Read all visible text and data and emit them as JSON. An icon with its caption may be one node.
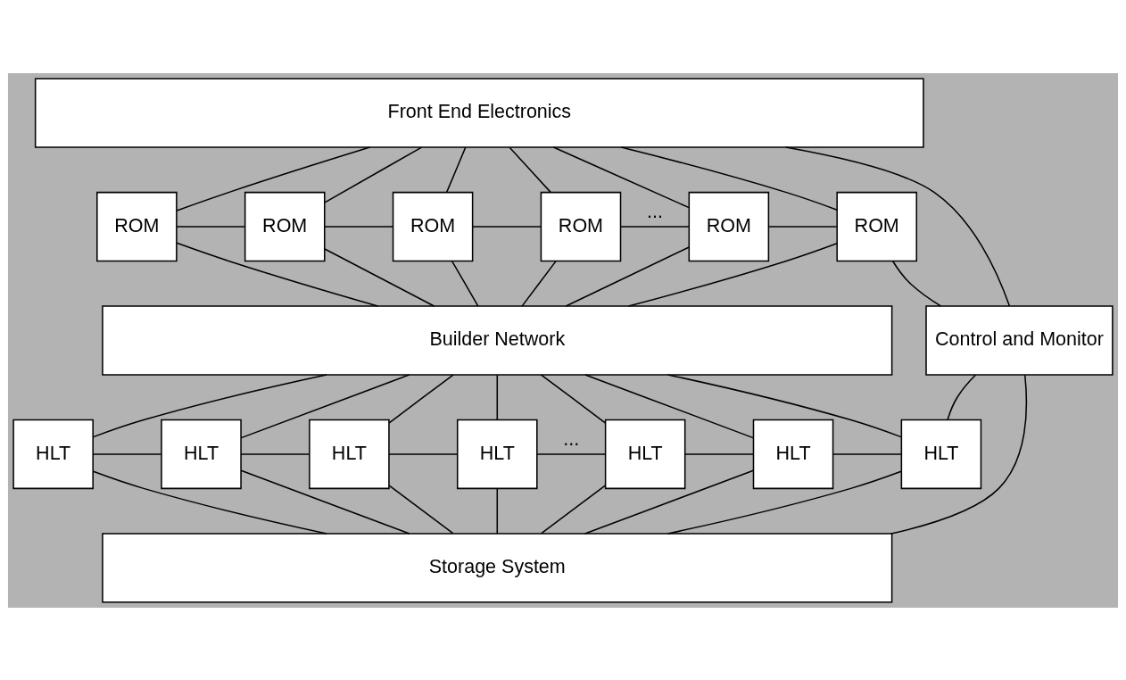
{
  "diagram": {
    "nodes": [
      {
        "text": [
          "Front End Electronics"
        ]
      },
      {
        "text": [
          "ROM"
        ]
      },
      {
        "text": [
          "ROM"
        ]
      },
      {
        "text": [
          "ROM"
        ]
      },
      {
        "text": [
          "ROM"
        ]
      },
      {
        "text": [
          "ROM"
        ]
      },
      {
        "text": [
          "ROM"
        ]
      },
      {
        "text": [
          "Builder Network"
        ]
      },
      {
        "text": [
          "Control and Monitor"
        ]
      },
      {
        "text": [
          "HLT"
        ]
      },
      {
        "text": [
          "HLT"
        ]
      },
      {
        "text": [
          "HLT"
        ]
      },
      {
        "text": [
          "HLT"
        ]
      },
      {
        "text": [
          "HLT"
        ]
      },
      {
        "text": [
          "HLT"
        ]
      },
      {
        "text": [
          "HLT"
        ]
      },
      {
        "text": [
          "Storage System"
        ]
      }
    ],
    "edges": [
      {
        "from": 0,
        "to": 1,
        "arrow": "none"
      },
      {
        "from": 0,
        "to": 2,
        "arrow": "none"
      },
      {
        "from": 0,
        "to": 3,
        "arrow": "none"
      },
      {
        "from": 0,
        "to": 4,
        "arrow": "none"
      },
      {
        "from": 0,
        "to": 5,
        "arrow": "none"
      },
      {
        "from": 0,
        "to": 6,
        "arrow": "none"
      },
      {
        "from": 1,
        "to": 2,
        "arrow": "none"
      },
      {
        "from": 2,
        "to": 3,
        "arrow": "none"
      },
      {
        "from": 3,
        "to": 4,
        "arrow": "none"
      },
      {
        "from": 4,
        "to": 5,
        "arrow": "none",
        "label": "..."
      },
      {
        "from": 5,
        "to": 6,
        "arrow": "none"
      },
      {
        "from": 1,
        "to": 7,
        "arrow": "none"
      },
      {
        "from": 2,
        "to": 7,
        "arrow": "none"
      },
      {
        "from": 3,
        "to": 7,
        "arrow": "none"
      },
      {
        "from": 4,
        "to": 7,
        "arrow": "none"
      },
      {
        "from": 5,
        "to": 7,
        "arrow": "none"
      },
      {
        "from": 6,
        "to": 7,
        "arrow": "none"
      },
      {
        "from": 7,
        "to": 9,
        "arrow": "none"
      },
      {
        "from": 7,
        "to": 10,
        "arrow": "none"
      },
      {
        "from": 7,
        "to": 11,
        "arrow": "none"
      },
      {
        "from": 7,
        "to": 12,
        "arrow": "none"
      },
      {
        "from": 7,
        "to": 13,
        "arrow": "none"
      },
      {
        "from": 7,
        "to": 14,
        "arrow": "none"
      },
      {
        "from": 7,
        "to": 15,
        "arrow": "none"
      },
      {
        "from": 9,
        "to": 10,
        "arrow": "none"
      },
      {
        "from": 10,
        "to": 11,
        "arrow": "none"
      },
      {
        "from": 11,
        "to": 12,
        "arrow": "none"
      },
      {
        "from": 12,
        "to": 13,
        "arrow": "none",
        "label": "..."
      },
      {
        "from": 13,
        "to": 14,
        "arrow": "none"
      },
      {
        "from": 14,
        "to": 15,
        "arrow": "none"
      },
      {
        "from": 9,
        "to": 16,
        "arrow": "none"
      },
      {
        "from": 10,
        "to": 16,
        "arrow": "none"
      },
      {
        "from": 11,
        "to": 16,
        "arrow": "none"
      },
      {
        "from": 12,
        "to": 16,
        "arrow": "none"
      },
      {
        "from": 13,
        "to": 16,
        "arrow": "none"
      },
      {
        "from": 14,
        "to": 16,
        "arrow": "none"
      },
      {
        "from": 15,
        "to": 16,
        "arrow": "none"
      },
      {
        "from": 0,
        "to": 8,
        "arrow": "none"
      },
      {
        "from": 6,
        "to": 8,
        "arrow": "none"
      },
      {
        "from": 15,
        "to": 8,
        "arrow": "none"
      },
      {
        "from": 16,
        "to": 8,
        "arrow": "none"
      }
    ]
  }
}
